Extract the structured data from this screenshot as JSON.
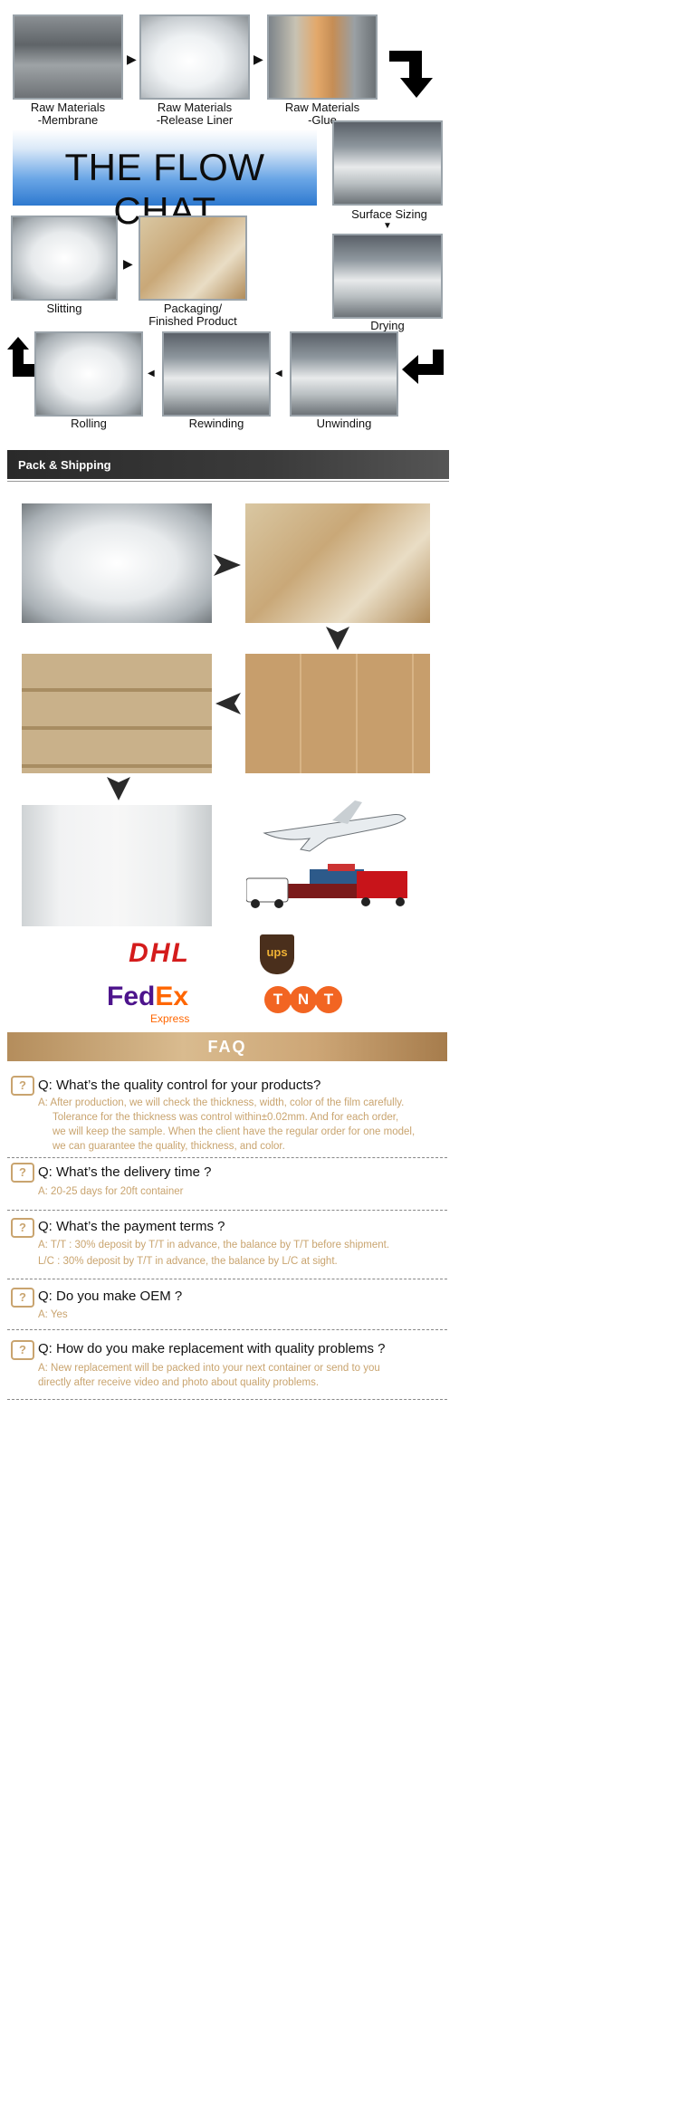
{
  "flow": {
    "banner_title": "THE FLOW CHAT",
    "captions": {
      "raw_membrane": "Raw Materials\n-Membrane",
      "raw_liner": "Raw Materials\n-Release Liner",
      "raw_glue": "Raw Materials\n-Glue",
      "surface_sizing": "Surface Sizing",
      "slitting": "Slitting",
      "packaging": "Packaging/\nFinished Product",
      "drying": "Drying",
      "rolling": "Rolling",
      "rewinding": "Rewinding",
      "unwinding": "Unwinding"
    },
    "arrow_glyph": "▶",
    "arrow_glyph_left": "◀",
    "arrow_glyph_down": "▼"
  },
  "pack": {
    "title": "Pack & Shipping"
  },
  "logos": {
    "dhl": "DHL",
    "ups": "ups",
    "fedex_fe": "Fed",
    "fedex_ex": "Ex",
    "fedex_sub": "Express",
    "tnt": [
      "T",
      "N",
      "T"
    ]
  },
  "faq": {
    "title": "FAQ",
    "icon_glyph": "?",
    "items": [
      {
        "q": "Q: What’s the quality control for your products?",
        "a": [
          "A: After production, we will check the thickness, width, color of the film carefully.",
          "Tolerance for the thickness was control within±0.02mm. And for each order,",
          "we will keep the sample. When the client have the regular order for one model,",
          "we can guarantee the quality, thickness, and color."
        ]
      },
      {
        "q": "Q: What’s the delivery time ?",
        "a": [
          "A: 20-25 days for 20ft container"
        ]
      },
      {
        "q": "Q: What’s the payment terms ?",
        "a": [
          "A: T/T : 30% deposit by T/T in advance, the balance by T/T before shipment.",
          "L/C : 30% deposit by T/T in advance, the balance by L/C at sight."
        ]
      },
      {
        "q": "Q: Do you make OEM ?",
        "a": [
          "A: Yes"
        ]
      },
      {
        "q": "Q: How do you make replacement with quality problems ?",
        "a": [
          "A: New replacement will be packed into your next container or send to you",
          "directly after receive video and photo about quality problems."
        ]
      }
    ]
  }
}
